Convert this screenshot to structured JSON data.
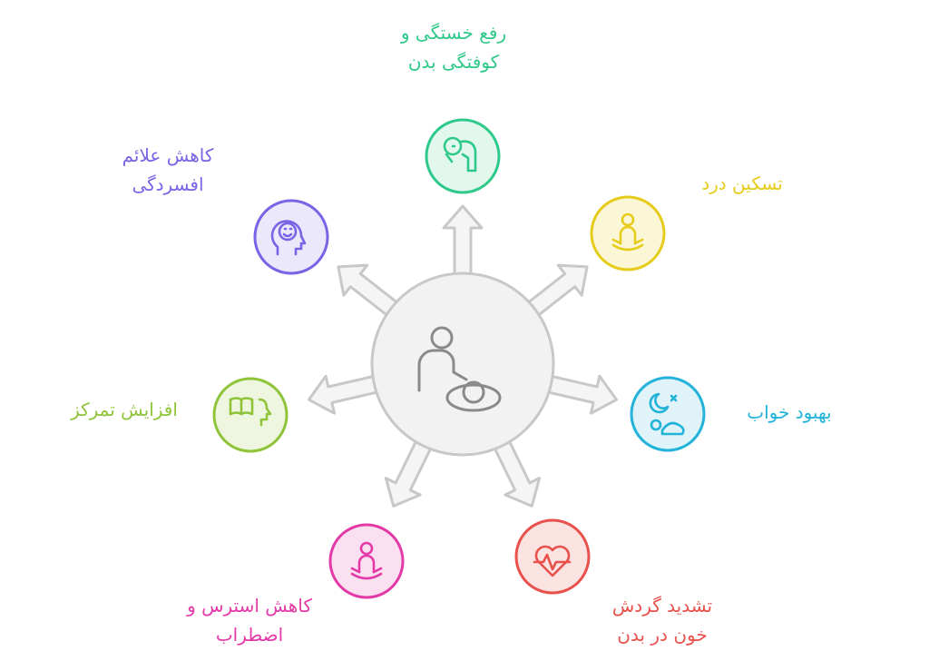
{
  "center": {
    "icon": "mother-massaging-baby-icon",
    "fill": "#f2f2f2",
    "stroke": "#c8c8c8"
  },
  "benefits": [
    {
      "id": "fatigue",
      "lines": [
        "رفع خستگی و",
        "کوفتگی بدن"
      ],
      "color": "#2fc98a",
      "fill": "#e2f7ed",
      "icon": "massage-hand-icon"
    },
    {
      "id": "pain",
      "lines": [
        "تسکین درد"
      ],
      "color": "#e6cc1a",
      "fill": "#fbf6d6",
      "icon": "meditating-person-icon"
    },
    {
      "id": "sleep",
      "lines": [
        "بهبود خواب"
      ],
      "color": "#22b3d8",
      "fill": "#dff3f8",
      "icon": "sleeping-moon-icon"
    },
    {
      "id": "circulation",
      "lines": [
        "تشدید گردش",
        "خون در بدن"
      ],
      "color": "#e8514c",
      "fill": "#fbe3e2",
      "icon": "heartbeat-icon"
    },
    {
      "id": "stress",
      "lines": [
        "کاهش استرس و",
        "اضطراب"
      ],
      "color": "#e33aa8",
      "fill": "#fbe0f1",
      "icon": "calm-person-icon"
    },
    {
      "id": "focus",
      "lines": [
        "افزایش تمرکز"
      ],
      "color": "#8fc43a",
      "fill": "#eef6df",
      "icon": "reading-book-icon"
    },
    {
      "id": "depression",
      "lines": [
        "کاهش علائم",
        "افسردگی"
      ],
      "color": "#7b63e6",
      "fill": "#ece8fb",
      "icon": "happy-head-icon"
    }
  ]
}
